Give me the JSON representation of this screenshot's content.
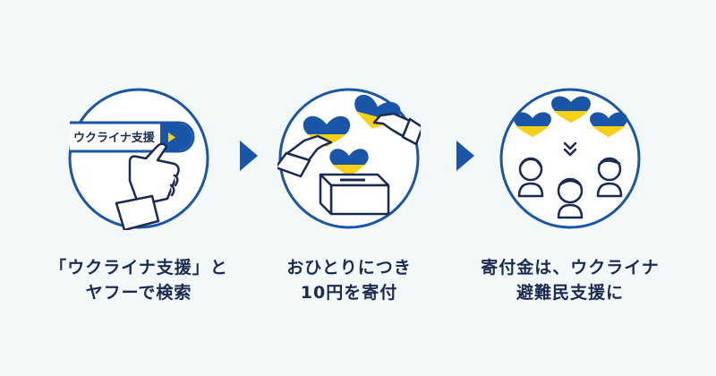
{
  "steps": [
    {
      "line1": "「ウクライナ支援」と",
      "line2": "ヤフーで検索",
      "search_text": "ウクライナ支援"
    },
    {
      "line1": "おひとりにつき",
      "line2": "10円を寄付"
    },
    {
      "line1": "寄付金は、ウクライナ",
      "line2": "避難民支援に"
    }
  ],
  "colors": {
    "navy": "#1b2a52",
    "blue": "#1a56a8",
    "yellow": "#f7d117",
    "background": "#f3f8f9"
  },
  "icons": [
    "search-bar-icon",
    "pointing-hand-icon",
    "heart-icon",
    "donation-box-icon",
    "person-icon",
    "double-chevron-down-icon",
    "triangle-arrow-right-icon"
  ]
}
